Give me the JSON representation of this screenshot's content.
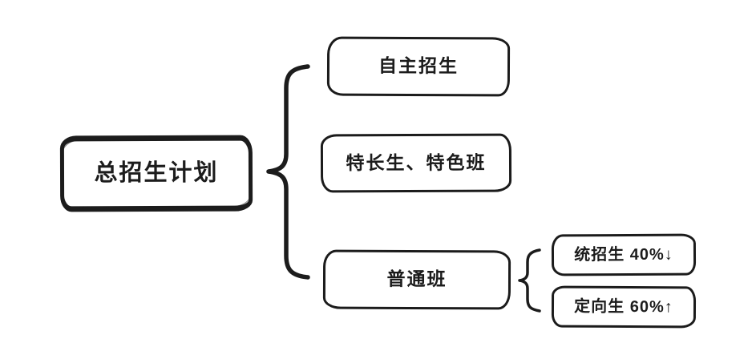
{
  "diagram": {
    "root": {
      "label": "总招生计划"
    },
    "branches": [
      {
        "label": "自主招生"
      },
      {
        "label": "特长生、特色班"
      },
      {
        "label": "普通班",
        "children": [
          {
            "label": "统招生 40%↓"
          },
          {
            "label": "定向生 60%↑"
          }
        ]
      }
    ]
  },
  "colors": {
    "ink": "#1c1c1c",
    "background": "#ffffff"
  }
}
